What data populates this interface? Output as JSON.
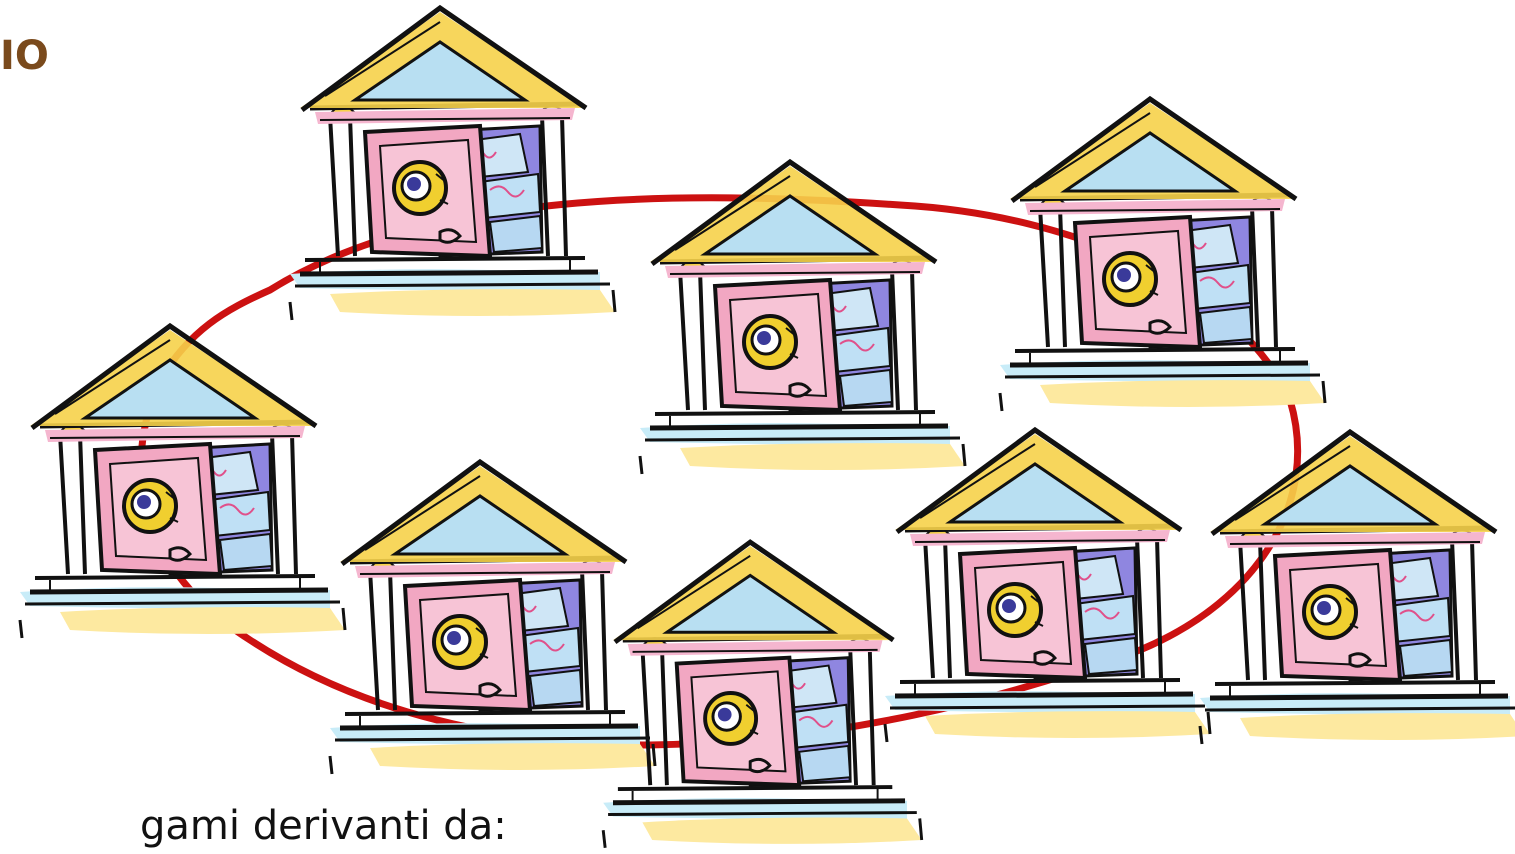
{
  "slide": {
    "title_fragment": "IO",
    "body_fragment": "gami derivanti da:"
  },
  "illustration": {
    "subject": "bank-building clipart",
    "count": 8,
    "connector": "red closed loop linking the banks",
    "colors": {
      "ring": "#cc1111",
      "roof": "#f6d24a",
      "pediment": "#b8dff2",
      "pink": "#f5b6cf",
      "safe": "#f2a7c2",
      "money": "#8f86e0",
      "dial": "#f0cf2f",
      "steps_blue": "#c8ecf8",
      "steps_yellow": "#fde9a0",
      "ink": "#111111"
    }
  }
}
